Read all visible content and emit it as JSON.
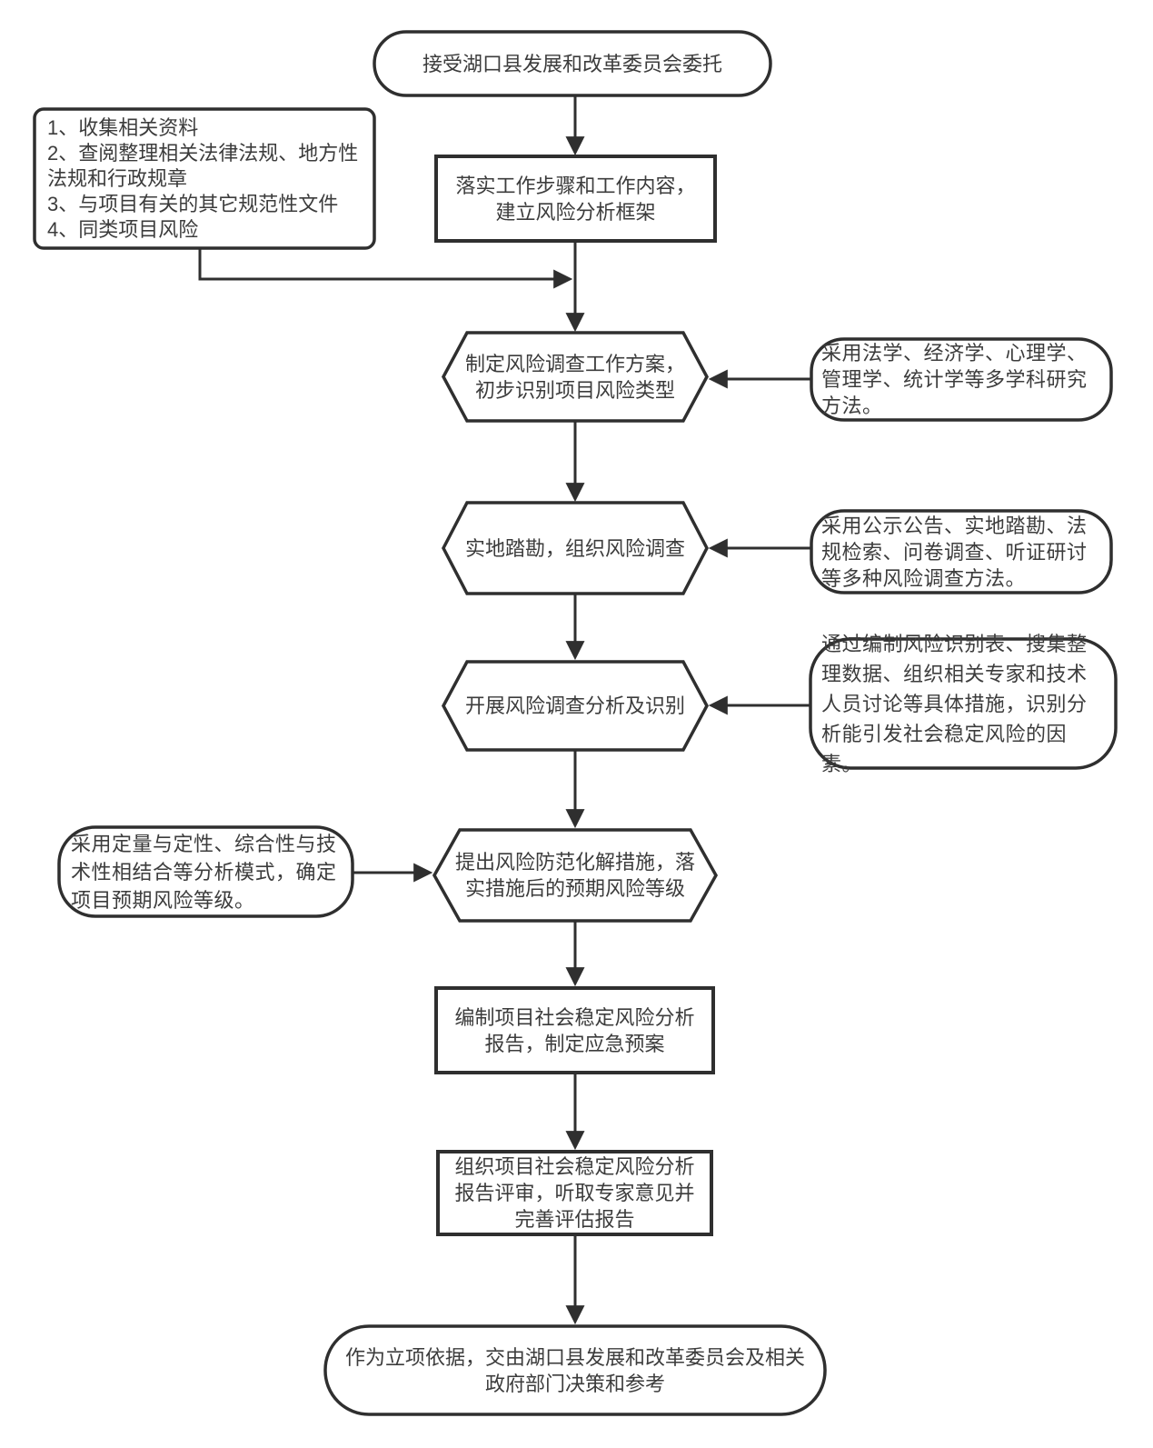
{
  "page": {
    "background_color": "#ffffff",
    "stroke_color": "#2f2f2f",
    "shape_fill_color": "#ffffff",
    "text_color": "#3c3c3c"
  },
  "nodes": {
    "start": {
      "shape": "rounded-pill",
      "lines": [
        "接受湖口县发展和改革委员会委托"
      ]
    },
    "materials_list": {
      "shape": "rounded-rect",
      "items": [
        "1、收集相关资料",
        "2、查阅整理相关法律法规、地方性法规和行政规章",
        "3、与项目有关的其它规范性文件",
        "4、同类项目风险"
      ]
    },
    "work_framework": {
      "shape": "rect",
      "lines": [
        "落实工作步骤和工作内容，",
        "建立风险分析框架"
      ]
    },
    "survey_plan": {
      "shape": "hexagon",
      "lines": [
        "制定风险调查工作方案，",
        "初步识别项目风险类型"
      ]
    },
    "site_survey": {
      "shape": "hexagon",
      "lines": [
        "实地踏勘，组织风险调查"
      ]
    },
    "risk_analysis": {
      "shape": "hexagon",
      "lines": [
        "开展风险调查分析及识别"
      ]
    },
    "mitigation_measures": {
      "shape": "hexagon",
      "lines": [
        "提出风险防范化解措施，落",
        "实措施后的预期风险等级"
      ]
    },
    "compile_report": {
      "shape": "rect",
      "lines": [
        "编制项目社会稳定风险分析",
        "报告，制定应急预案"
      ]
    },
    "review_report": {
      "shape": "rect",
      "lines": [
        "组织项目社会稳定风险分析",
        "报告评审，听取专家意见并",
        "完善评估报告"
      ]
    },
    "final_decision": {
      "shape": "rounded-pill",
      "lines": [
        "作为立项依据，交由湖口县发展和改革委员会及相关",
        "政府部门决策和参考"
      ]
    }
  },
  "annotations": {
    "multidiscipline_methods": {
      "text": "采用法学、经济学、心理学、管理学、统计学等多学科研究方法。"
    },
    "survey_methods": {
      "text": "采用公示公告、实地踏勘、法规检索、问卷调查、听证研讨等多种风险调查方法。"
    },
    "identification_measures": {
      "text": "通过编制风险识别表、搜集整理数据、组织相关专家和技术人员讨论等具体措施，识别分析能引发社会稳定风险的因素。"
    },
    "analysis_mode": {
      "text": "采用定量与定性、综合性与技术性相结合等分析模式，确定项目预期风险等级。"
    }
  }
}
